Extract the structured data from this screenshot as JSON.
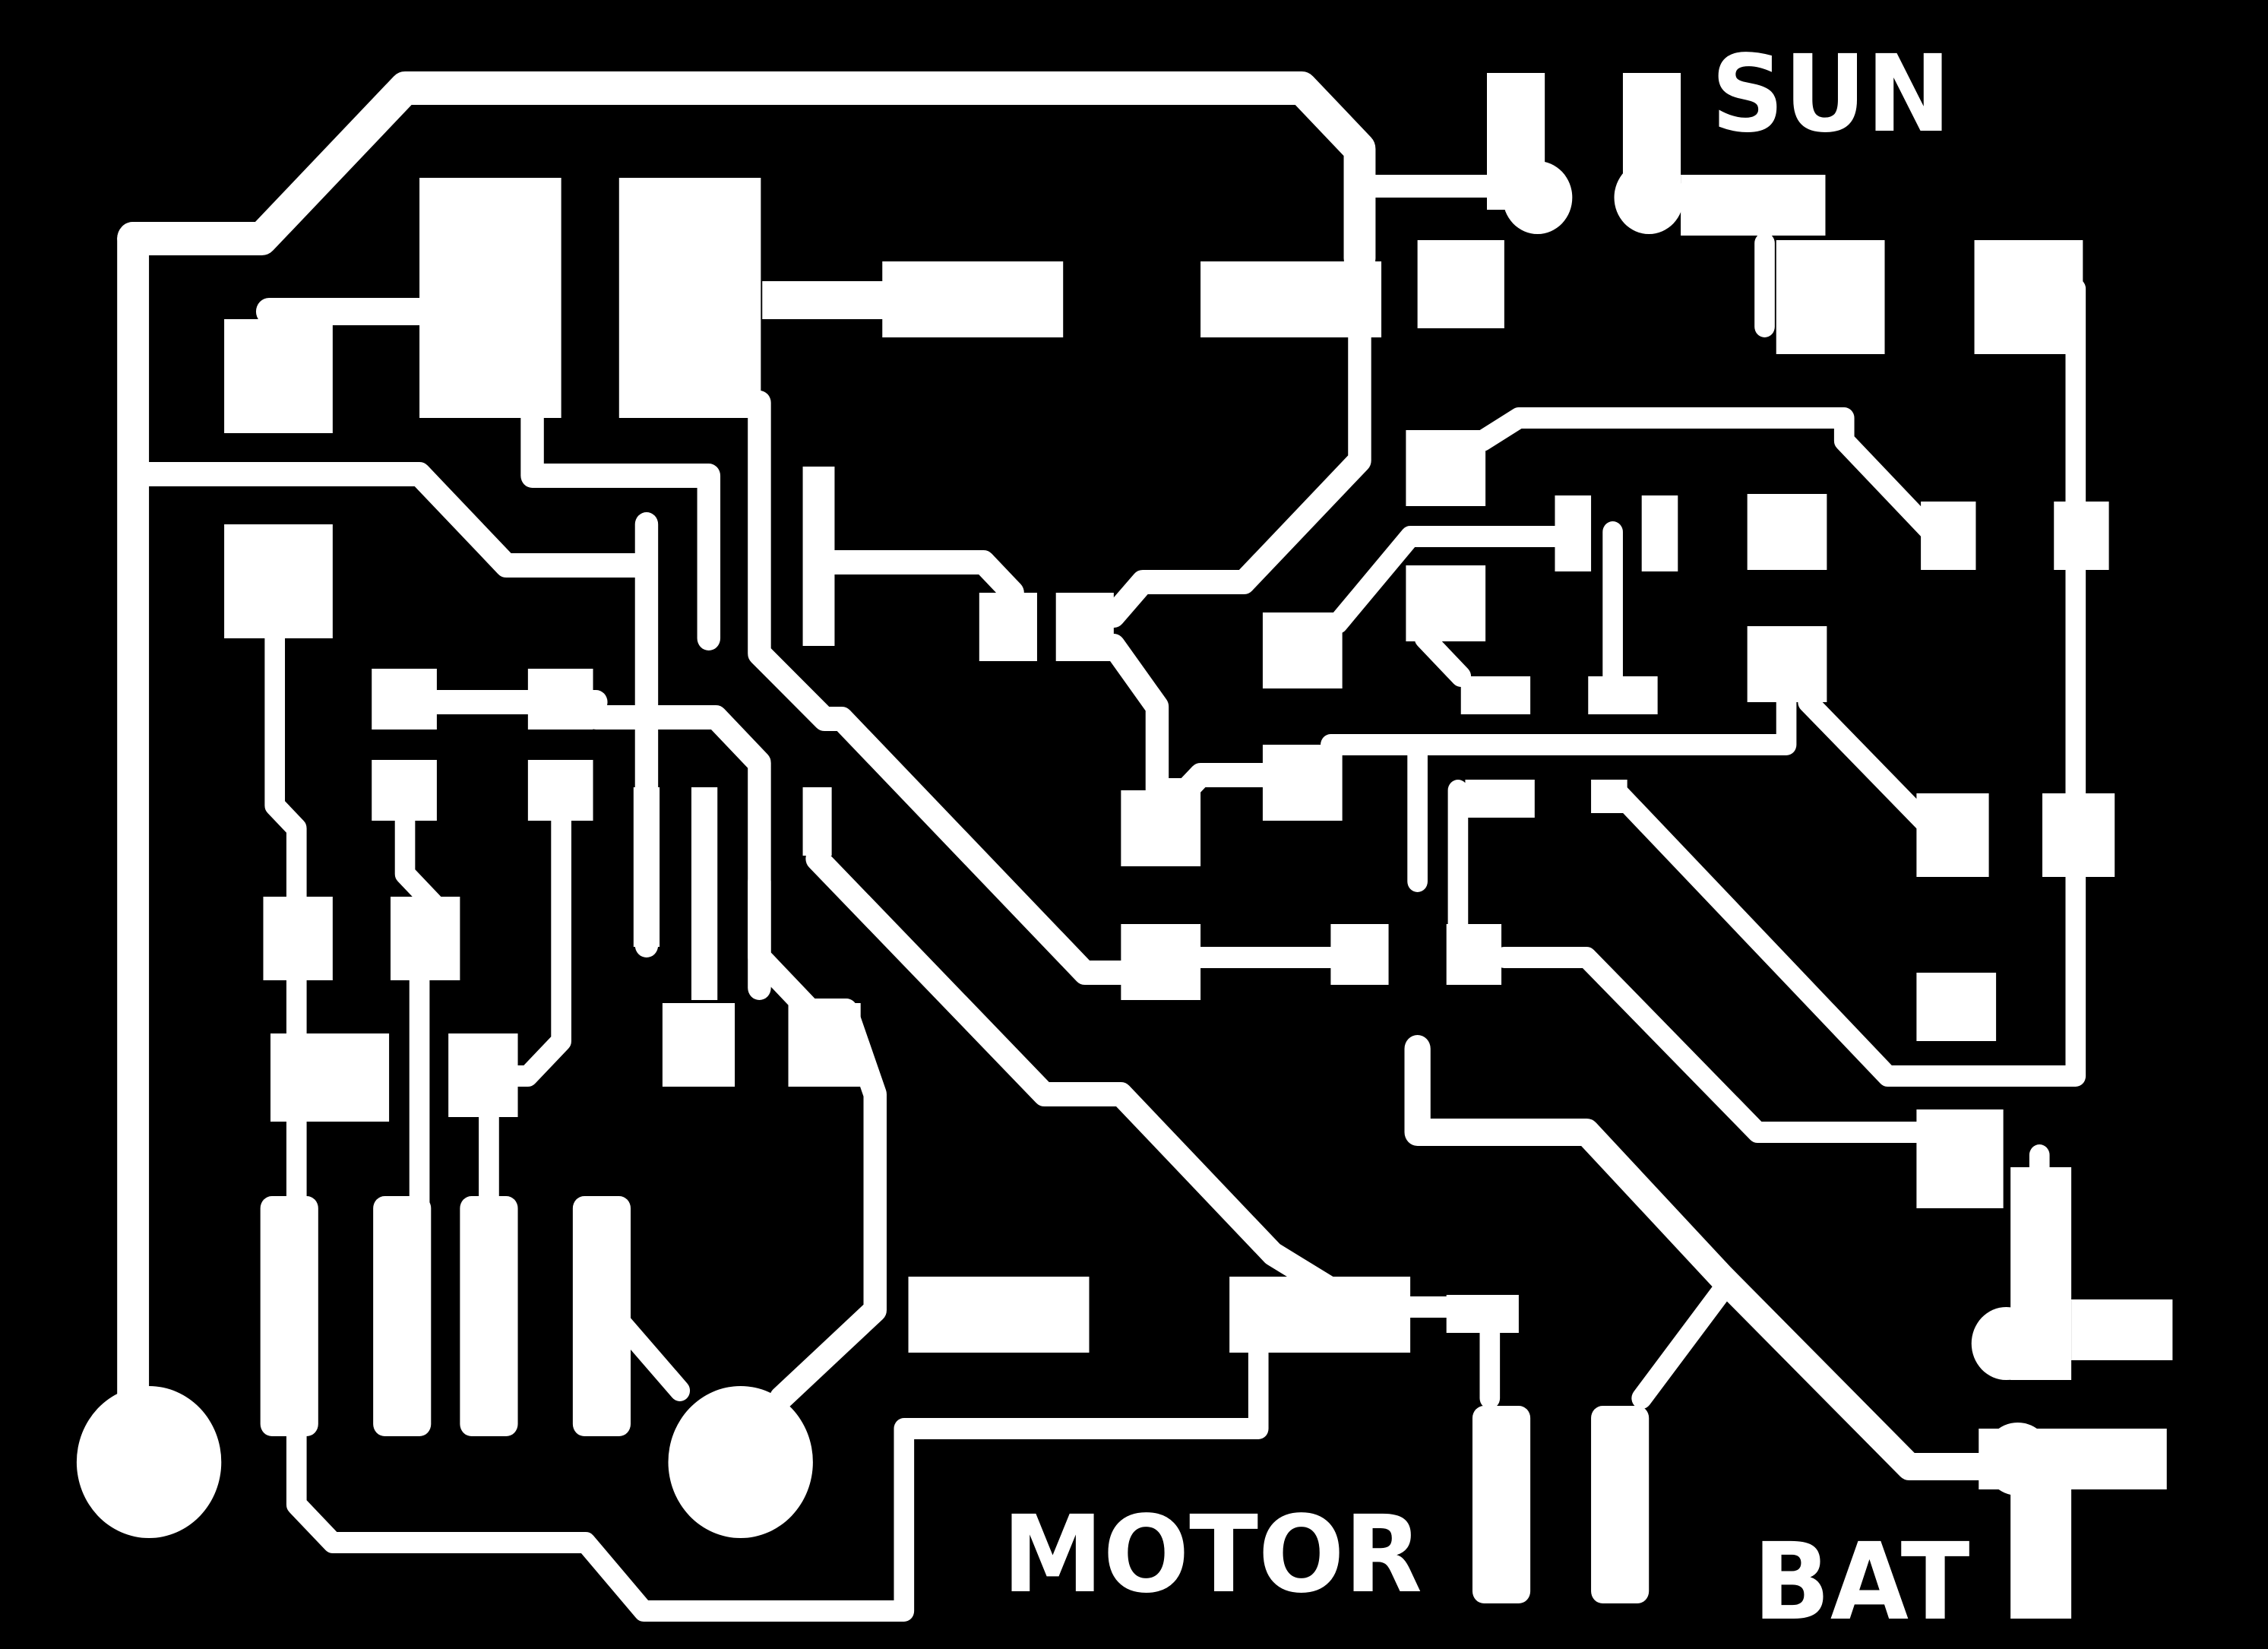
{
  "board": {
    "background_color": "#000000",
    "copper_color": "#ffffff",
    "labels": {
      "sun": "SUN",
      "motor": "MOTOR",
      "bat": "BAT"
    }
  }
}
